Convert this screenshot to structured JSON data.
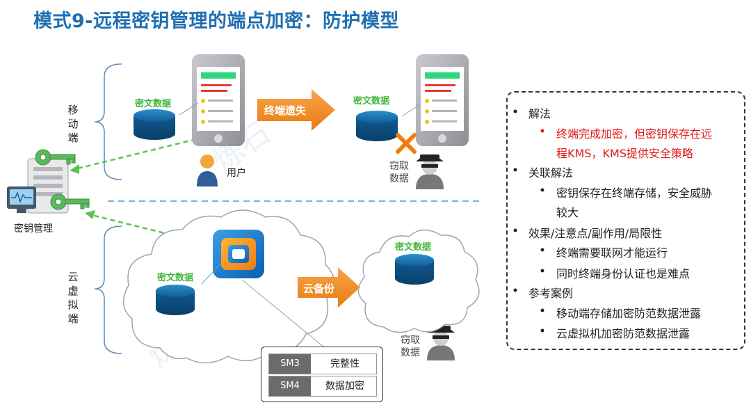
{
  "title": "模式9-远程密钥管理的端点加密：防护模型",
  "left": {
    "mobile_label": "移动端",
    "cloud_label": "云虚拟端",
    "key_mgmt_label": "密钥管理"
  },
  "top": {
    "cipher_left": "密文数据",
    "cipher_right": "密文数据",
    "arrow_label": "终端遗失",
    "user_label": "用户",
    "steal_label_1": "窃取",
    "steal_label_2": "数据"
  },
  "bottom": {
    "cipher_left": "密文数据",
    "cipher_right": "密文数据",
    "arrow_label": "云备份",
    "steal_label_1": "窃取",
    "steal_label_2": "数据",
    "sm_rows": [
      {
        "tag": "SM3",
        "value": "完整性"
      },
      {
        "tag": "SM4",
        "value": "数据加密"
      }
    ]
  },
  "panel": {
    "h1": "解法",
    "h1_sub_line1": "终端完成加密，但密钥保存在远",
    "h1_sub_line2": "程KMS，KMS提供安全策略",
    "h2": "关联解法",
    "h2_sub_line1": "密钥保存在终端存储，安全威胁",
    "h2_sub_line2": "较大",
    "h3": "效果/注意点/副作用/局限性",
    "h3_sub1": "终端需要联网才能运行",
    "h3_sub2": "同时终端身份认证也是难点",
    "h4": "参考案例",
    "h4_sub1": "移动端存储加密防范数据泄露",
    "h4_sub2": "云虚拟机加密防范数据泄露"
  },
  "colors": {
    "title": "#1f6fb2",
    "highlight": "#e01919",
    "cipher_green": "#3fb63a",
    "arrow_orange": "#f08a24",
    "key_green": "#5cb85c",
    "db_blue": "#1c6fa8"
  }
}
